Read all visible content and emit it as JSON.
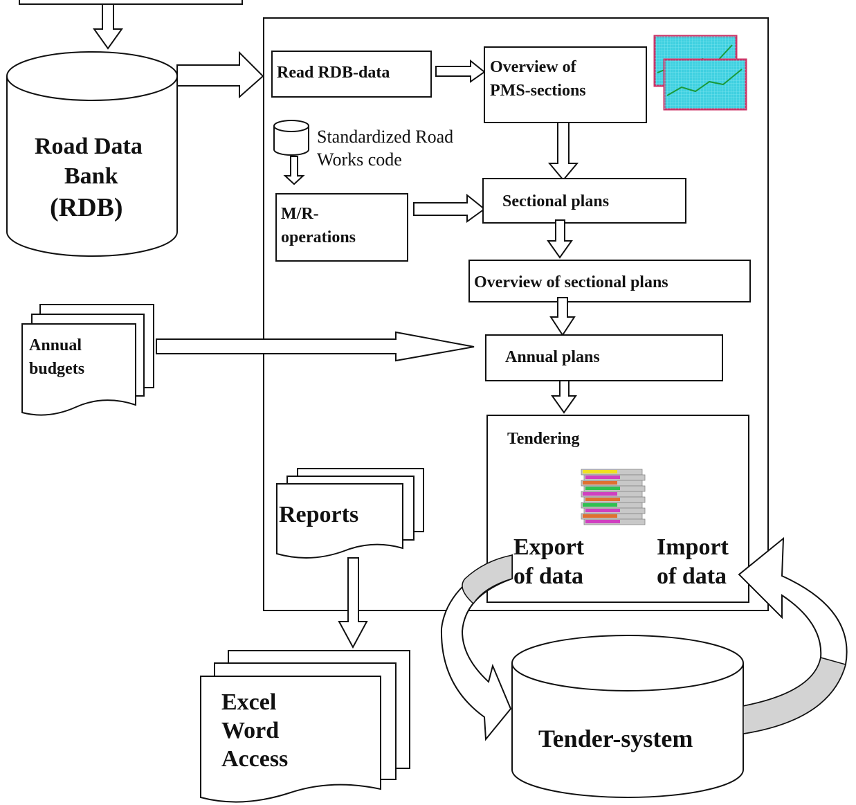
{
  "road_data_bank": {
    "line1": "Road Data",
    "line2": "Bank",
    "line3": "(RDB)"
  },
  "read_rdb": "Read RDB-data",
  "overview_pms": {
    "line1": "Overview of",
    "line2": "PMS-sections"
  },
  "standardized_code": {
    "line1": "Standardized Road",
    "line2": "Works code"
  },
  "mr_operations": {
    "line1": "M/R-",
    "line2": "operations"
  },
  "sectional_plans": "Sectional plans",
  "overview_sectional_plans": "Overview of sectional plans",
  "annual_budgets": {
    "line1": "Annual",
    "line2": "budgets"
  },
  "annual_plans": "Annual plans",
  "tendering": "Tendering",
  "export_data": {
    "line1": "Export",
    "line2": "of data"
  },
  "import_data": {
    "line1": "Import",
    "line2": "of data"
  },
  "reports": "Reports",
  "office_docs": {
    "line1": "Excel",
    "line2": "Word",
    "line3": "Access"
  },
  "tender_system": "Tender-system",
  "colors": {
    "stroke": "#111111",
    "chart_bg": "#3fd0e0",
    "chart_line": "#1a9a3a",
    "loop_fill": "#d3d3d3"
  }
}
